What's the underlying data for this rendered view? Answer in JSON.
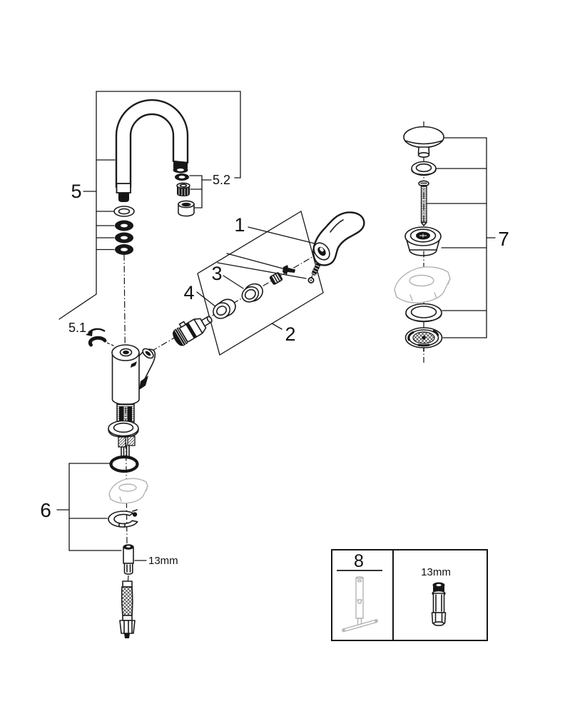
{
  "diagram": {
    "type": "exploded-parts-diagram",
    "subject": "Single-lever faucet with pop-up drain assembly",
    "background": "#ffffff",
    "line_color": "#1c1c1c",
    "ghost_color": "#b3b3b3"
  },
  "callouts": {
    "handle": "1",
    "cartridge": "2",
    "ring": "3",
    "cap": "4",
    "spout": "5",
    "clip": "5.1",
    "aerator": "5.2",
    "mounting": "6",
    "drain": "7",
    "tool": "8"
  },
  "dimensions": {
    "stud": "13mm",
    "box_stud": "13mm"
  }
}
